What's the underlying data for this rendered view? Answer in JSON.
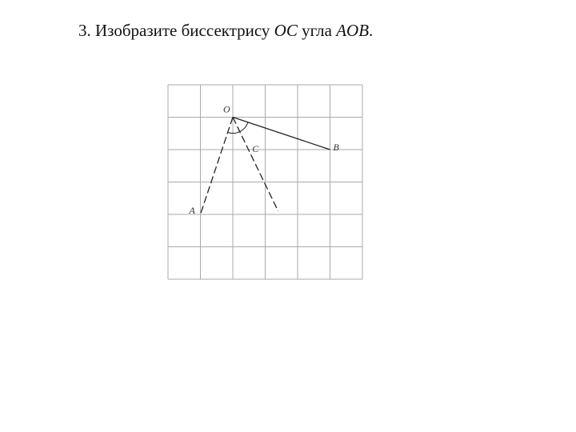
{
  "task": {
    "number": "3.",
    "text_before": "Изобразите биссектрису",
    "segment": "OC",
    "text_middle": "угла",
    "angle": "AOB",
    "text_end": "."
  },
  "diagram": {
    "grid_cols": 6,
    "grid_rows": 6,
    "colors": {
      "grid": "#aaaaaa",
      "lines": "#222222"
    },
    "points": {
      "O": {
        "label": "O",
        "x": 2,
        "y": 1
      },
      "A": {
        "label": "A",
        "x": 1,
        "y": 4
      },
      "B": {
        "label": "B",
        "x": 5,
        "y": 2
      },
      "C": {
        "label": "C",
        "x": 2.5,
        "y": 2
      }
    },
    "rays": [
      {
        "name": "ray-OA",
        "from": "O",
        "to": "A",
        "dashed": true
      },
      {
        "name": "ray-OB",
        "from": "O",
        "to": "B",
        "dashed": false
      },
      {
        "name": "ray-OC",
        "from": "O",
        "to": "C",
        "dashed": true,
        "end": [
          3.4,
          3.9
        ]
      }
    ]
  }
}
